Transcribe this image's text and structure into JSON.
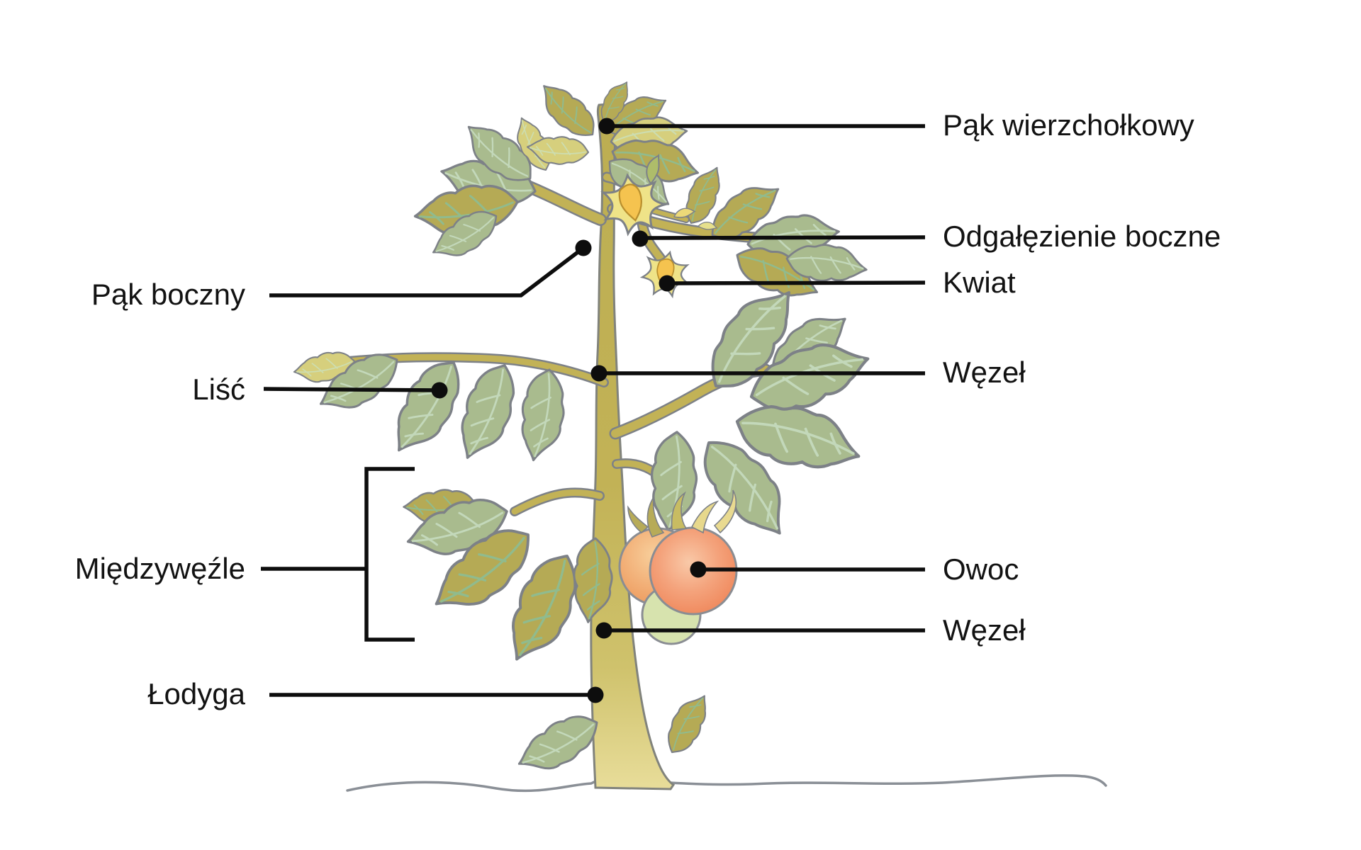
{
  "figure": {
    "language": "pl",
    "subject": "tomato-plant-structure-diagram"
  },
  "labels": {
    "pak_wierzcholkowy": "Pąk wierzchołkowy",
    "odgalezienie_boczne": "Odgałęzienie boczne",
    "kwiat": "Kwiat",
    "wezel_gorny": "Węzeł",
    "owoc": "Owoc",
    "wezel_dolny": "Węzeł",
    "pak_boczny": "Pąk boczny",
    "lisc": "Liść",
    "miedzywezle": "Międzywęźle",
    "lodyga": "Łodyga"
  },
  "colors": {
    "background": "#ffffff",
    "text": "#121212",
    "connector_line": "#0d0d0d",
    "outline_gray": "#7d8187",
    "stem_olive": "#c2b256",
    "stem_base_pale": "#e8dd9a",
    "leaf_gray_green": "#a9bb8e",
    "leaf_olive": "#b5aa55",
    "leaf_vein": "#c3d8ba",
    "flower_yellow": "#f5c34f",
    "flower_petal_pale": "#efe388",
    "tomato_front": "#ee7e50",
    "tomato_back": "#ec9354",
    "fruit_unripe_green": "#d7e3ae",
    "ground_line": "#8a8f96"
  }
}
